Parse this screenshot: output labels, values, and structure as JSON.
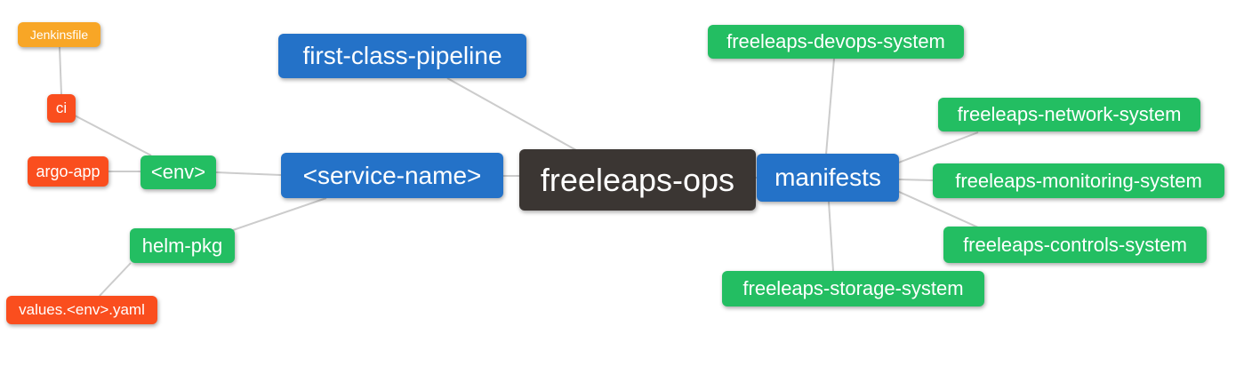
{
  "diagram": {
    "type": "mindmap",
    "root_label": "freeleaps-ops",
    "nodes": [
      {
        "id": "freeleaps-ops",
        "label": "freeleaps-ops",
        "level": 0,
        "parent": null
      },
      {
        "id": "first-class-pipeline",
        "label": "first-class-pipeline",
        "level": 1,
        "parent": "freeleaps-ops"
      },
      {
        "id": "service-name",
        "label": "<service-name>",
        "level": 1,
        "parent": "freeleaps-ops"
      },
      {
        "id": "manifests",
        "label": "manifests",
        "level": 1,
        "parent": "freeleaps-ops"
      },
      {
        "id": "env",
        "label": "<env>",
        "level": 2,
        "parent": "service-name"
      },
      {
        "id": "helm-pkg",
        "label": "helm-pkg",
        "level": 2,
        "parent": "service-name"
      },
      {
        "id": "freeleaps-devops-system",
        "label": "freeleaps-devops-system",
        "level": 2,
        "parent": "manifests"
      },
      {
        "id": "freeleaps-network-system",
        "label": "freeleaps-network-system",
        "level": 2,
        "parent": "manifests"
      },
      {
        "id": "freeleaps-monitoring-system",
        "label": "freeleaps-monitoring-system",
        "level": 2,
        "parent": "manifests"
      },
      {
        "id": "freeleaps-controls-system",
        "label": "freeleaps-controls-system",
        "level": 2,
        "parent": "manifests"
      },
      {
        "id": "freeleaps-storage-system",
        "label": "freeleaps-storage-system",
        "level": 2,
        "parent": "manifests"
      },
      {
        "id": "ci",
        "label": "ci",
        "level": 3,
        "parent": "env"
      },
      {
        "id": "argo-app",
        "label": "argo-app",
        "level": 3,
        "parent": "env"
      },
      {
        "id": "values-env-yaml",
        "label": "values.<env>.yaml",
        "level": 3,
        "parent": "helm-pkg"
      },
      {
        "id": "jenkinsfile",
        "label": "Jenkinsfile",
        "level": 4,
        "parent": "ci"
      }
    ]
  },
  "colors": {
    "root_bg": "#3B3633",
    "level1_bg": "#2472C8",
    "level2_bg": "#23BE62",
    "level3_bg": "#FA4E1E",
    "level4_bg": "#F8A626",
    "text": "#FFFFFF",
    "edge": "#CCCCCC",
    "background": "#FFFFFF"
  }
}
